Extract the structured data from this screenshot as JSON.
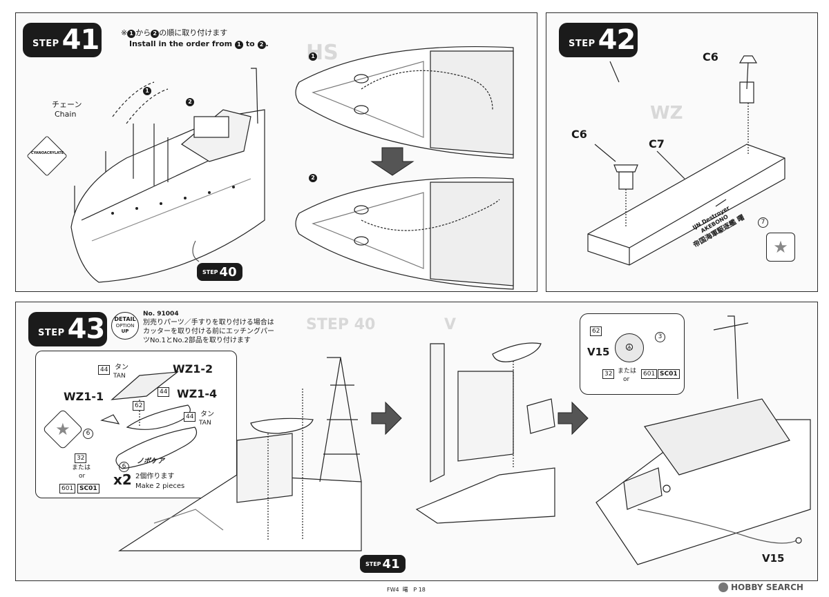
{
  "step41": {
    "word": "STEP",
    "number": "41",
    "note_jp_prefix": "※",
    "note_jp_a": "から",
    "note_jp_b": "の順に取り付けます",
    "note_en_prefix": "Install in the order from",
    "note_en_mid": "to",
    "n1": "1",
    "n2": "2",
    "chain_jp": "チェーン",
    "chain_en": "Chain",
    "cyanoacrylate": "CYANOACRYLATE",
    "ref_step_word": "STEP",
    "ref_step_number": "40"
  },
  "step42": {
    "word": "STEP",
    "number": "42",
    "part_c6_top": "C6",
    "part_c6_left": "C6",
    "part_c7": "C7",
    "plate_en": "IJN Destroyer AKEBONO",
    "plate_jp": "帝国海軍駆逐艦 曙",
    "circled_num": "7"
  },
  "step43": {
    "word": "STEP",
    "number": "43",
    "detail_line1": "DETAIL",
    "detail_line2": "OPTION",
    "detail_line3": "UP",
    "product_no": "No. 91004",
    "detail_jp_1": "別売りパーツ／手すりを取り付ける場合は",
    "detail_jp_2": "カッターを取り付ける前にエッチングパー",
    "detail_jp_3": "ツNo.1とNo.2部品を取り付けます",
    "tan_jp": "タン",
    "tan_en": "TAN",
    "wz1_1": "WZ1-1",
    "wz1_2": "WZ1-2",
    "wz1_4": "WZ1-4",
    "n44a": "44",
    "n44b": "44",
    "n44c": "44",
    "n62": "62",
    "n6a": "6",
    "n6b": "6",
    "n32": "32",
    "or_jp": "または",
    "or_en": "or",
    "n601": "601",
    "sc01": "SC01",
    "nobokea": "ノボケア",
    "x2": "x2",
    "make_jp": "2個作ります",
    "make_en": "Make 2 pieces",
    "v15_callout": "V15",
    "v15_bottom": "V15",
    "c62": "62",
    "c3": "3",
    "c32": "32",
    "c_or_jp": "または",
    "c_or_en": "or",
    "c601": "601",
    "csc01": "SC01",
    "ref_step_word": "STEP",
    "ref_step_number": "41"
  },
  "footer": {
    "page_label": "FW4",
    "ship": "曙",
    "page": "P 18",
    "watermark": "HOBBY SEARCH"
  }
}
